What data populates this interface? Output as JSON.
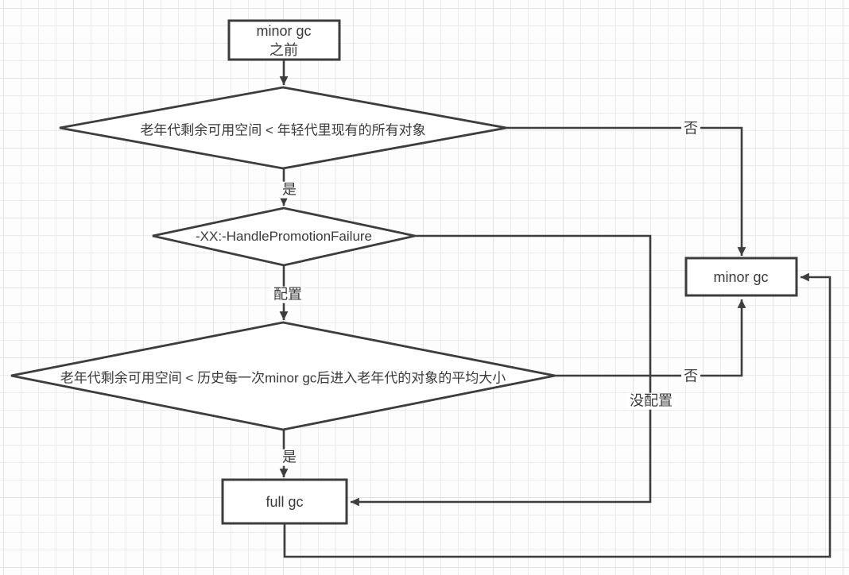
{
  "diagram": {
    "title": "minor gc / full gc decision flowchart",
    "nodes": {
      "start": {
        "line1": "minor gc",
        "line2": "之前"
      },
      "cond1": {
        "label": "老年代剩余可用空间 < 年轻代里现有的所有对象"
      },
      "cond2": {
        "label": "-XX:-HandlePromotionFailure"
      },
      "cond3": {
        "label": "老年代剩余可用空间 < 历史每一次minor gc后进入老年代的对象的平均大小"
      },
      "minor_gc": {
        "label": "minor gc"
      },
      "full_gc": {
        "label": "full gc"
      }
    },
    "edge_labels": {
      "yes1": "是",
      "no1": "否",
      "configured": "配置",
      "not_configured": "没配置",
      "yes2": "是",
      "no2": "否"
    },
    "colors": {
      "stroke": "#3d3d3d",
      "node_fill": "#ffffff",
      "text": "#3a3a3a",
      "grid_minor": "#ececec",
      "grid_major": "#e3e3e3",
      "background": "#fdfdfd"
    }
  }
}
